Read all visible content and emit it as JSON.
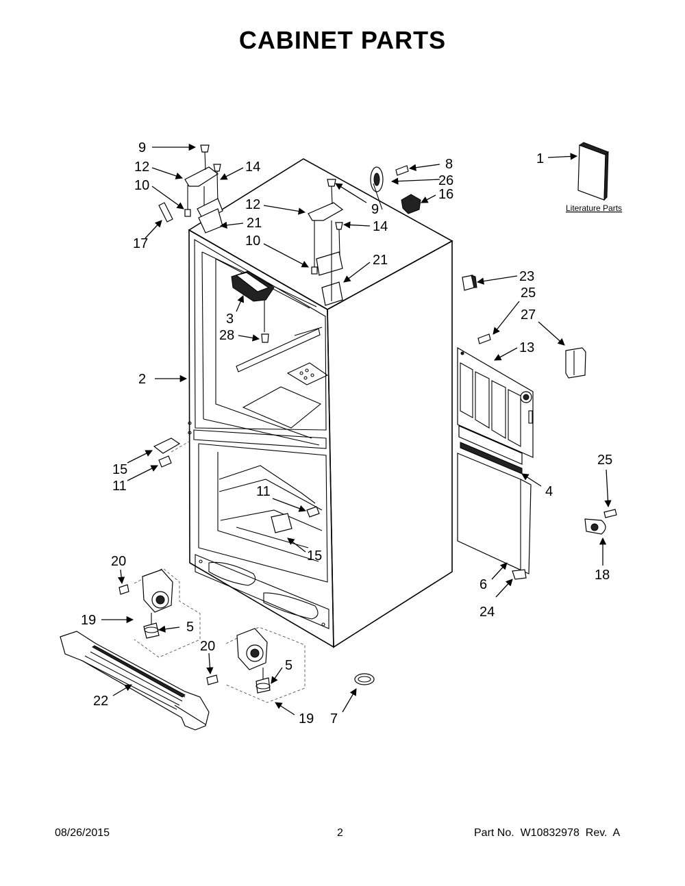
{
  "title": "CABINET PARTS",
  "footer": {
    "date": "08/26/2015",
    "page": "2",
    "part_number": "Part No.  W10832978  Rev.  A"
  },
  "literature_label": "Literature Parts",
  "callouts": {
    "c1": "1",
    "c2": "2",
    "c3": "3",
    "c4": "4",
    "c5a": "5",
    "c5b": "5",
    "c6": "6",
    "c7": "7",
    "c8": "8",
    "c9a": "9",
    "c9b": "9",
    "c10a": "10",
    "c10b": "10",
    "c11a": "11",
    "c11b": "11",
    "c12a": "12",
    "c12b": "12",
    "c13": "13",
    "c14a": "14",
    "c14b": "14",
    "c15a": "15",
    "c15b": "15",
    "c16": "16",
    "c17": "17",
    "c18": "18",
    "c19a": "19",
    "c19b": "19",
    "c20a": "20",
    "c20b": "20",
    "c21a": "21",
    "c21b": "21",
    "c22": "22",
    "c23": "23",
    "c24": "24",
    "c25a": "25",
    "c25b": "25",
    "c26": "26",
    "c27": "27",
    "c28": "28"
  }
}
